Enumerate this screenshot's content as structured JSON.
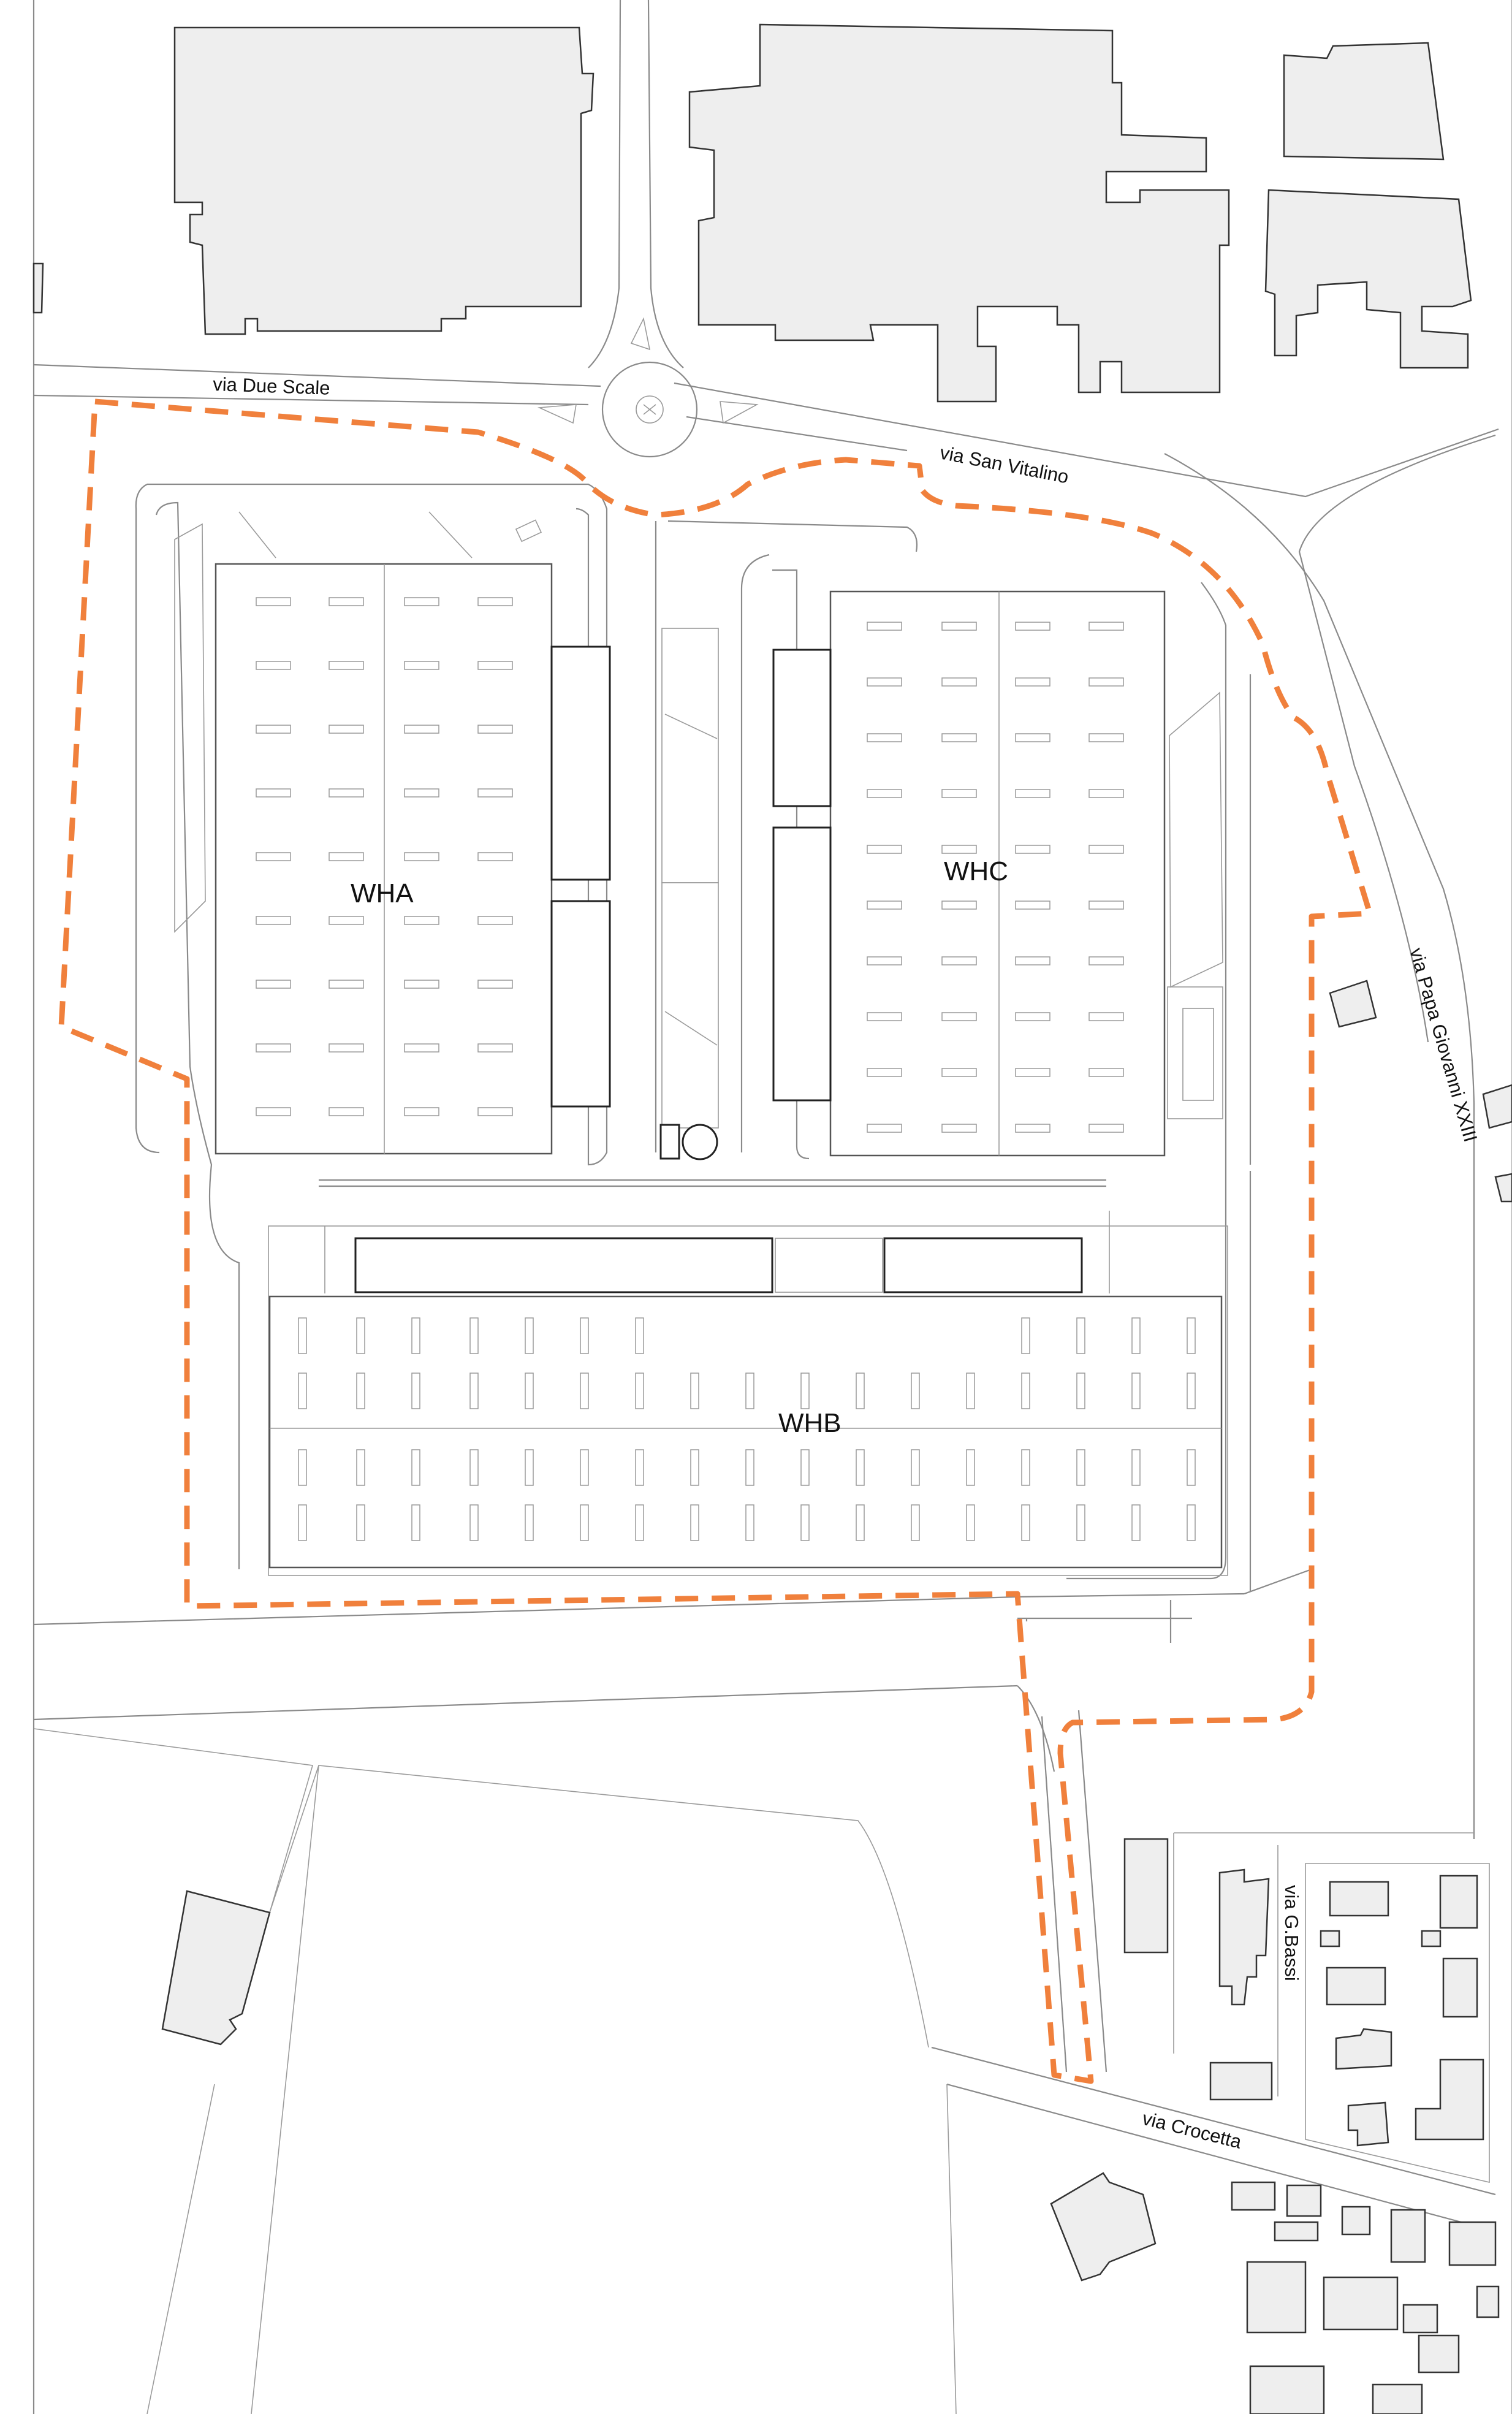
{
  "colors": {
    "boundary": "#f0803c",
    "building_fill": "#eeeeee",
    "building_stroke": "#333333",
    "road": "#8a8a8a"
  },
  "warehouses": {
    "wha": "WHA",
    "whb": "WHB",
    "whc": "WHC"
  },
  "streets": {
    "due_scale": "via Due Scale",
    "san_vitalino": "via San Vitalino",
    "papa_giovanni": "via Papa Giovanni XXIII",
    "bassi": "via G.Bassi",
    "crocetta": "via Crocetta"
  }
}
